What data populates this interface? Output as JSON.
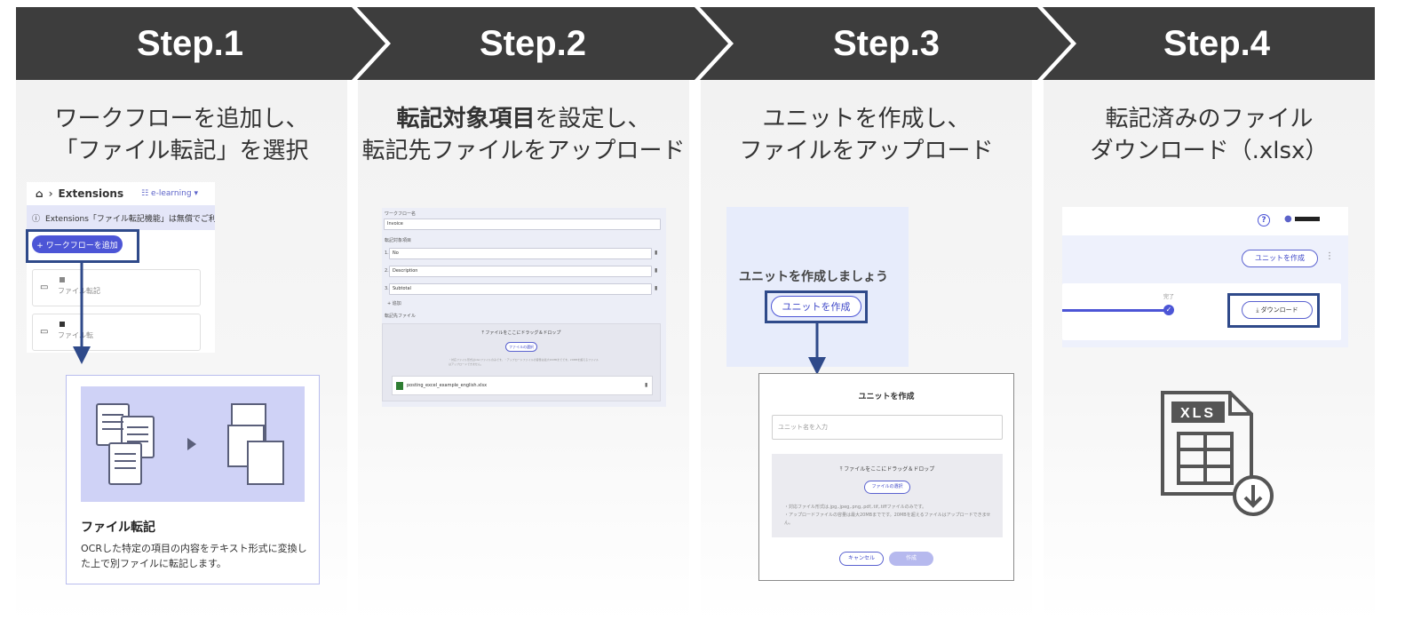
{
  "steps": [
    {
      "title": "Step.1",
      "desc_line1": "ワークフローを追加し、",
      "desc_line2": "「ファイル転記」を選択"
    },
    {
      "title": "Step.2",
      "desc_bold": "転記対象項目",
      "desc_rest": "を設定し、",
      "desc_line2": "転記先ファイルをアップロード"
    },
    {
      "title": "Step.3",
      "desc_line1": "ユニットを作成し、",
      "desc_line2": "ファイルをアップロード"
    },
    {
      "title": "Step.4",
      "desc_line1": "転記済みのファイル",
      "desc_line2": "ダウンロード（.xlsx）"
    }
  ],
  "step1": {
    "breadcrumb": "Extensions",
    "org": "e-learning",
    "info_text": "Extensions「ファイル転記機能」は無償でご利用いた",
    "add_button": "+ ワークフローを追加",
    "card1_text": "ファイル転記",
    "card2_text": "ファイル転",
    "popup_title": "ファイル転記",
    "popup_desc": "OCRした特定の項目の内容をテキスト形式に変換した上で別ファイルに転記します。"
  },
  "step2": {
    "workflow_label": "ワークフロー名",
    "workflow_value": "Invoice",
    "items_label": "転記対象項目",
    "items": [
      {
        "index": "1.",
        "value": "No"
      },
      {
        "index": "2.",
        "value": "Description"
      },
      {
        "index": "3.",
        "value": "Subtotal"
      }
    ],
    "add_item": "+ 追加",
    "target_label": "転記先ファイル",
    "drop_text": "ファイルをここにドラッグ＆ドロップ",
    "select_button": "ファイルの選択",
    "note": "・対応ファイル形式はxlsxファイルのみです。・アップロードファイルの容量は最大20MBまでです。20MBを超えるファイルはアップロードできません。",
    "file_name": "posting_excel_example_english.xlsx"
  },
  "step3": {
    "heading": "ユニットを作成しましょう",
    "create_button": "ユニットを作成",
    "modal_title": "ユニットを作成",
    "name_placeholder": "ユニット名を入力",
    "drop_text": "ファイルをここにドラッグ＆ドロップ",
    "select_button": "ファイルの選択",
    "note_line1": "・対応ファイル形式は.jpg,.jpeg,.png,.pdf,.tif,.tiffファイルのみです。",
    "note_line2": "・アップロードファイルの容量は最大20MBまでです。20MBを超えるファイルはアップロードできません。",
    "cancel_button": "キャンセル",
    "submit_button": "作成"
  },
  "step4": {
    "help_icon": "?",
    "unit_create_button": "ユニットを作成",
    "status_done": "完了",
    "download_button": "ダウンロード",
    "xls_label": "XLS"
  },
  "colors": {
    "header_bg": "#3d3d3d",
    "accent": "#4c55d6",
    "highlight_border": "#2f4a8a",
    "icon_gray": "#555555"
  }
}
